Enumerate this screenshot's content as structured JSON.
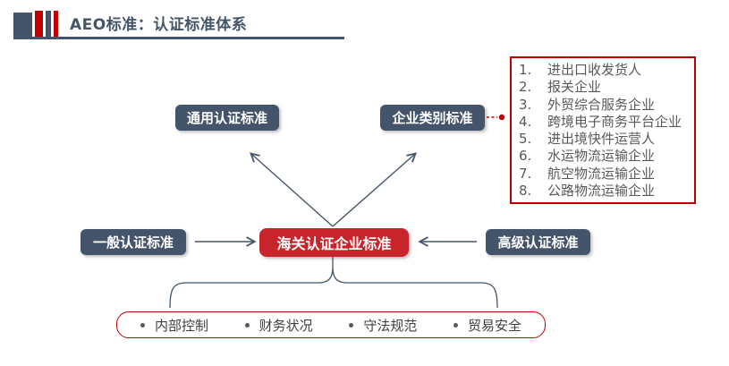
{
  "header": {
    "title": "AEO标准：认证标准体系"
  },
  "colors": {
    "accent_dark": "#44546A",
    "accent_red": "#C00000",
    "customs_box_red": "#C7242B",
    "list_text_gray": "#595959"
  },
  "diagram": {
    "general_cert_label": "通用认证标准",
    "category_cert_label": "企业类别标准",
    "basic_cert_label": "一般认证标准",
    "customs_cert_label": "海关认证企业标准",
    "advanced_cert_label": "高级认证标准",
    "category_list": {
      "items": [
        {
          "num": "1.",
          "label": "进出口收发货人"
        },
        {
          "num": "2.",
          "label": "报关企业"
        },
        {
          "num": "3.",
          "label": "外贸综合服务企业"
        },
        {
          "num": "4.",
          "label": "跨境电子商务平台企业"
        },
        {
          "num": "5.",
          "label": "进出境快件运营人"
        },
        {
          "num": "6.",
          "label": "水运物流运输企业"
        },
        {
          "num": "7.",
          "label": "航空物流运输企业"
        },
        {
          "num": "8.",
          "label": "公路物流运输企业"
        }
      ]
    },
    "criteria": {
      "items": [
        "内部控制",
        "财务状况",
        "守法规范",
        "贸易安全"
      ]
    }
  }
}
